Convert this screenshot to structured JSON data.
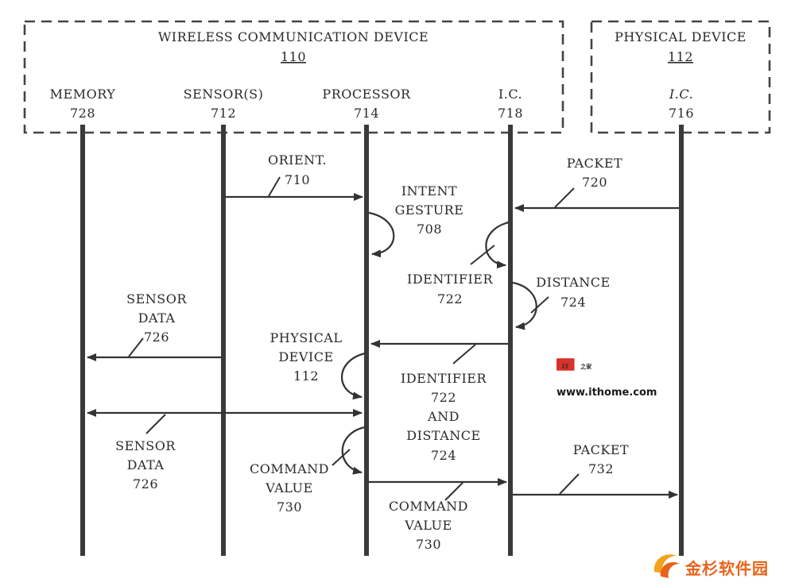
{
  "boxes": {
    "wireless": {
      "title": "WIRELESS COMMUNICATION DEVICE",
      "number": "110"
    },
    "physical": {
      "title": "PHYSICAL DEVICE",
      "number": "112"
    }
  },
  "lifelines": {
    "memory": {
      "label": "MEMORY",
      "number": "728"
    },
    "sensors": {
      "label": "SENSOR(S)",
      "number": "712"
    },
    "processor": {
      "label": "PROCESSOR",
      "number": "714"
    },
    "ic_wcd": {
      "label": "I.C.",
      "number": "718"
    },
    "ic_phys": {
      "label": "I.C.",
      "number": "716"
    }
  },
  "messages": {
    "orient": {
      "line1": "ORIENT.",
      "number": "710"
    },
    "packet_in": {
      "line1": "PACKET",
      "number": "720"
    },
    "intent": {
      "line1": "INTENT",
      "line2": "GESTURE",
      "number": "708"
    },
    "identifier": {
      "line1": "IDENTIFIER",
      "number": "722"
    },
    "distance": {
      "line1": "DISTANCE",
      "number": "724"
    },
    "sensor_data_1": {
      "line1": "SENSOR",
      "line2": "DATA",
      "number": "726"
    },
    "physical_dev": {
      "line1": "PHYSICAL",
      "line2": "DEVICE",
      "number": "112"
    },
    "id_and_dist": {
      "line1": "IDENTIFIER",
      "number1": "722",
      "line2": "AND",
      "line3": "DISTANCE",
      "number2": "724"
    },
    "sensor_data_2": {
      "line1": "SENSOR",
      "line2": "DATA",
      "number": "726"
    },
    "command_self": {
      "line1": "COMMAND",
      "line2": "VALUE",
      "number": "730"
    },
    "command_msg": {
      "line1": "COMMAND",
      "line2": "VALUE",
      "number": "730"
    },
    "packet_out": {
      "line1": "PACKET",
      "number": "732"
    }
  },
  "watermarks": {
    "ithome_logo": "IT之家",
    "ithome_url": "www.ithome.com",
    "jinshan_logo": "金杉软件园"
  }
}
